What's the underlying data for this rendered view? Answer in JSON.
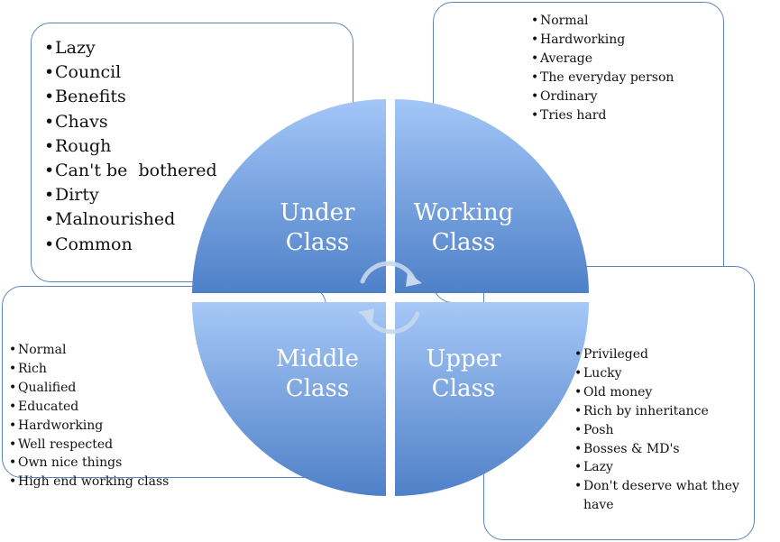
{
  "quadrants": [
    {
      "line1": "Under",
      "line2": "Class"
    },
    {
      "line1": "Working",
      "line2": "Class"
    },
    {
      "line1": "Middle",
      "line2": "Class"
    },
    {
      "line1": "Upper",
      "line2": "Class"
    }
  ],
  "under_class_list": [
    "Lazy",
    "Council",
    "Benefits",
    "Chavs",
    "Rough",
    "Can't be  bothered",
    "Dirty",
    "Malnourished",
    "Common"
  ],
  "working_class_list": [
    "Normal",
    "Hardworking",
    "Average",
    "The everyday person",
    "Ordinary",
    "Tries hard"
  ],
  "middle_class_list": [
    "Normal",
    "Rich",
    "Qualified",
    "Educated",
    "Hardworking",
    "Well respected",
    "Own nice things",
    "High end working class"
  ],
  "upper_class_list": [
    "Privileged",
    "Lucky",
    "Old money",
    "Rich by inheritance",
    "Posh",
    "Bosses & MD's",
    "Lazy",
    "Don't deserve what they have"
  ],
  "colors": {
    "quadrant_top": "#9fc2f5",
    "quadrant_bottom": "#4f81c9",
    "border": "#5b84b8"
  }
}
